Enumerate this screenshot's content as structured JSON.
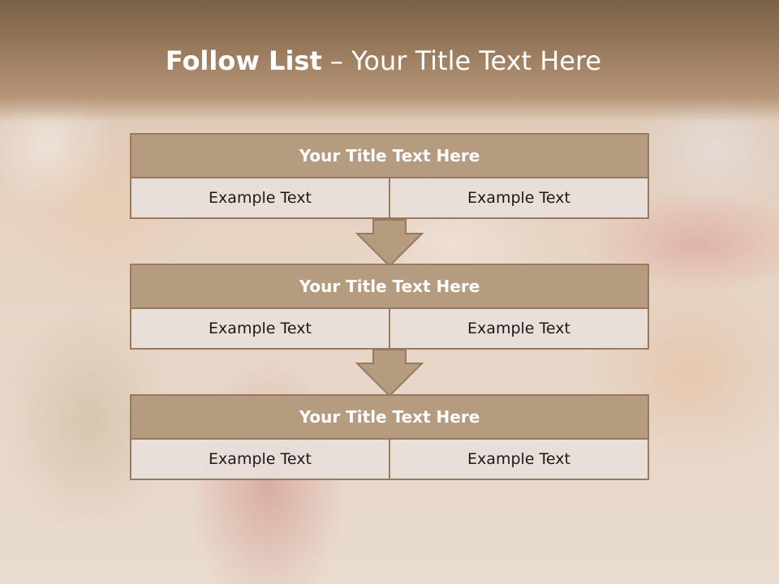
{
  "slide": {
    "title_bold": "Follow List",
    "title_rest": "– Your Title Text Here"
  },
  "rows": [
    {
      "title": "Your Title Text Here",
      "cells": [
        "Example Text",
        "Example Text"
      ]
    },
    {
      "title": "Your Title Text Here",
      "cells": [
        "Example Text",
        "Example Text"
      ]
    },
    {
      "title": "Your Title Text Here",
      "cells": [
        "Example Text",
        "Example Text"
      ]
    }
  ],
  "colors": {
    "header_band": "#8c6f53",
    "row_title_bg": "#b59c80",
    "border": "#9a7a5e",
    "cell_bg": "#e8e0da",
    "arrow_fill": "#b59c80"
  },
  "background_image": "christmas-family-photo"
}
